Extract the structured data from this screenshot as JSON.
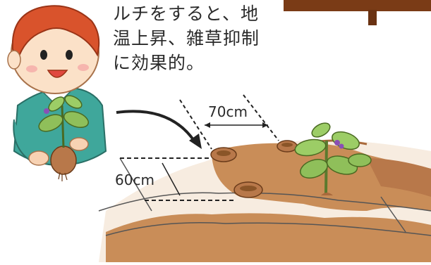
{
  "caption": {
    "line1": "ルチをすると、地",
    "line2": "温上昇、雑草抑制",
    "line3": "に効果的。"
  },
  "dimensions": {
    "row_spacing": "70cm",
    "bed_spacing": "60cm"
  },
  "colors": {
    "soil": "#c98d58",
    "soil_dark": "#a96a3c",
    "shirt": "#3fa79b",
    "hair": "#d9532c",
    "leaf": "#8fbf5a",
    "board": "#7a3b16"
  }
}
